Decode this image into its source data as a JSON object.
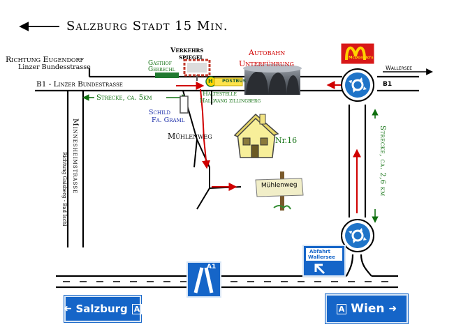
{
  "title": "Salzburg Stadt 15 Min.",
  "labels": {
    "richtung_eugendorf": "Richtung Eugendorf",
    "linzer_bundesstrasse": "Linzer Bundesstrasse",
    "verkehrs_spiegel_1": "Verkehrs",
    "verkehrs_spiegel_2": "spiegel",
    "gasthof_1": "Gasthof",
    "gasthof_2": "Gerrechl",
    "autobahn_1": "Autobahn",
    "autobahn_2": "Unterführung",
    "b1_road": "B1 - Linzer Bundestrasse",
    "strecke_5km": "Strecke, ca. 5km",
    "haltestelle_1": "Haltestelle",
    "haltestelle_2": "Hallwang zillingberg",
    "postbus": "POSTBUS",
    "haltestelle_symbol": "H",
    "schild_1": "Schild",
    "schild_2": "Fa. Graml",
    "muehlenweg": "Mühlenweg",
    "nr16": "Nr.16",
    "muehlenweg_sign": "Mühlenweg",
    "minnesheimstrasse": "Minnesheimstrasse",
    "richtung_gaisberg": "Richtung Gaisberg - Bad Ischl",
    "wallersee_top": "Wallersee",
    "b1_right": "B1",
    "strecke_26km": "Strecke, ca. 2,6 km",
    "mcdonalds": "McDonald's",
    "abfahrt_1": "Abfahrt",
    "abfahrt_2": "Wallersee",
    "a1": "A1",
    "salzburg_sign": "Salzburg",
    "wien_sign": "Wien"
  },
  "icons": {
    "roundabout": "roundabout-icon",
    "house": "house-icon",
    "signpost": "signpost-icon",
    "motorway": "motorway-icon",
    "bus_stop": "bus-stop-icon",
    "mirror": "traffic-mirror-icon",
    "mcdonalds": "mcdonalds-logo-icon"
  },
  "colors": {
    "road": "#000000",
    "route": "#d00000",
    "distance_marker": "#107010",
    "sign_blue": "#1565c8",
    "mcd_red": "#d81818",
    "mcd_yellow": "#ffd200",
    "house_yellow": "#f7ef9a"
  }
}
